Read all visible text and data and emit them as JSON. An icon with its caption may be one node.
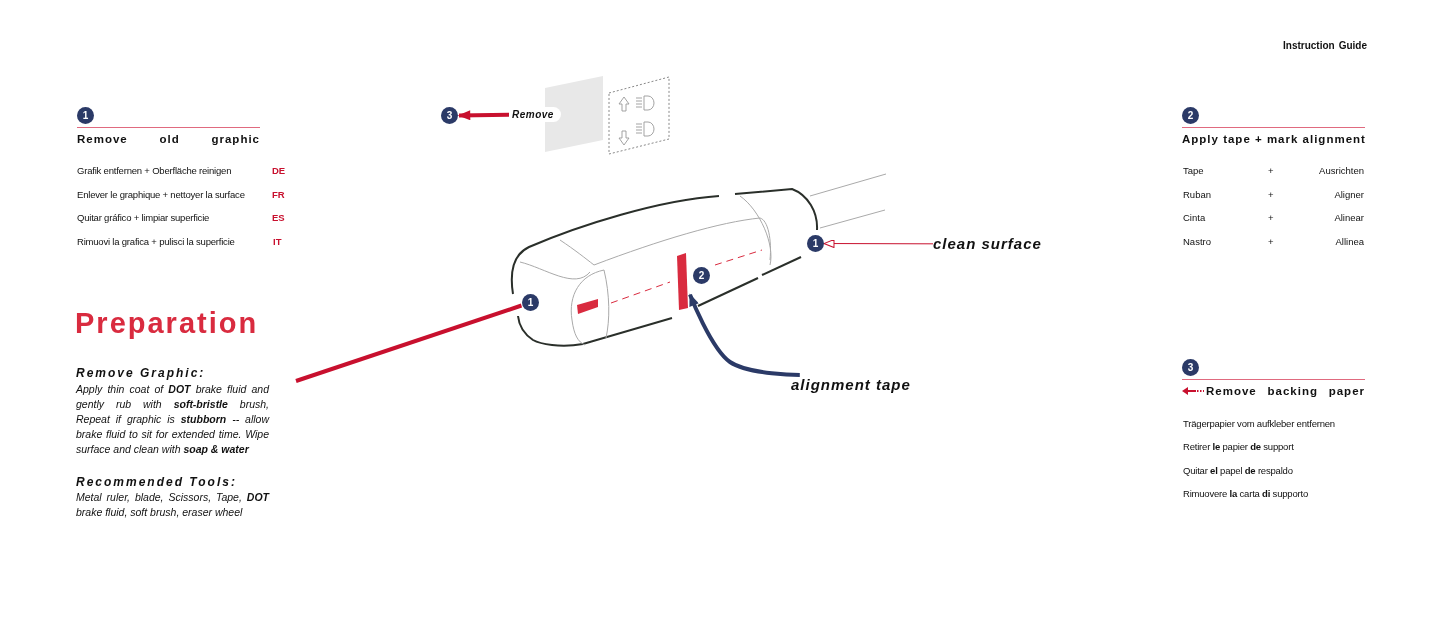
{
  "diagram": {
    "title": "Preparation",
    "nodes": [
      {
        "text": [
          "1"
        ],
        "beside": [
          "Remove old graphic"
        ]
      },
      {
        "text": [
          "3"
        ]
      },
      {
        "text": [
          "Remove"
        ]
      },
      {
        "text": [
          "2"
        ],
        "beside": [
          "Apply tape + mark alignment"
        ]
      },
      {
        "text": [
          "1"
        ]
      },
      {
        "text": [],
        "shape": "bar"
      },
      {
        "text": [
          "2"
        ]
      },
      {
        "text": [
          "1"
        ]
      },
      {
        "text": [
          "clean surface"
        ]
      },
      {
        "text": [
          "alignment tape"
        ]
      },
      {
        "text": [
          "3"
        ],
        "beside": [
          "Remove backing paper"
        ]
      }
    ],
    "edges": [
      {
        "from": 2,
        "to": 1,
        "arrow": "to"
      },
      {
        "from": null,
        "to": 4,
        "arrow": "none"
      },
      {
        "from": 8,
        "to": 7,
        "arrow": "to"
      },
      {
        "from": 9,
        "to": 5,
        "arrow": "to",
        "color": "#2b3a67"
      }
    ],
    "labels": [
      "Instruction Guide",
      "Grafik entfernen + Oberfläche reinigen",
      "DE",
      "Enlever le graphique + nettoyer la surface",
      "FR",
      "Quitar gráfico + limpiar superficie",
      "ES",
      "Rimuovi la grafica + pulisci la superficie",
      "IT",
      "Remove Graphic:",
      "Apply thin coat of **DOT** brake fluid and gently rub with **soft-bristle** brush, Repeat if graphic is **stubborn** -- allow brake fluid to sit for extended time. Wipe surface and clean with **soap & water**",
      "Recommended Tools:",
      "Metal ruler, blade, Scissors, Tape, **DOT** brake fluid, soft brush, eraser wheel",
      "Tape",
      "+",
      "Ausrichten",
      "Ruban",
      "+",
      "Aligner",
      "Cinta",
      "+",
      "Alinear",
      "Nastro",
      "+",
      "Allinea",
      "Trägerpapier vom aufkleber entfernen",
      "Retirer **le** papier **de** support",
      "Quitar **el** papel **de** respaldo",
      "Rimuovere **la** carta **di** supporto"
    ]
  }
}
